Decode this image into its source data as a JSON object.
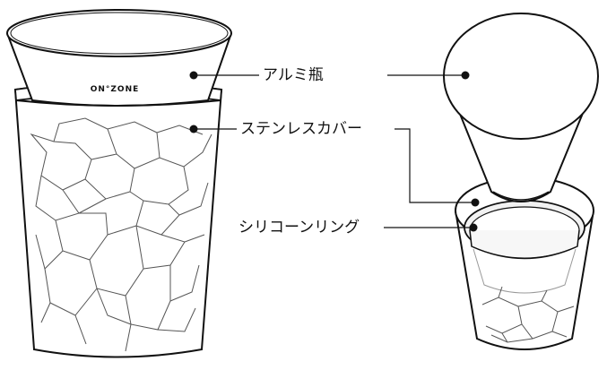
{
  "product": {
    "brand_mark": "ON°ZONE"
  },
  "callouts": {
    "aluminum_bottle": "アルミ瓶",
    "stainless_cover": "ステンレスカバー",
    "silicone_ring": "シリコーンリング"
  },
  "colors": {
    "line": "#111111",
    "texture": "#555555",
    "background": "#ffffff"
  }
}
